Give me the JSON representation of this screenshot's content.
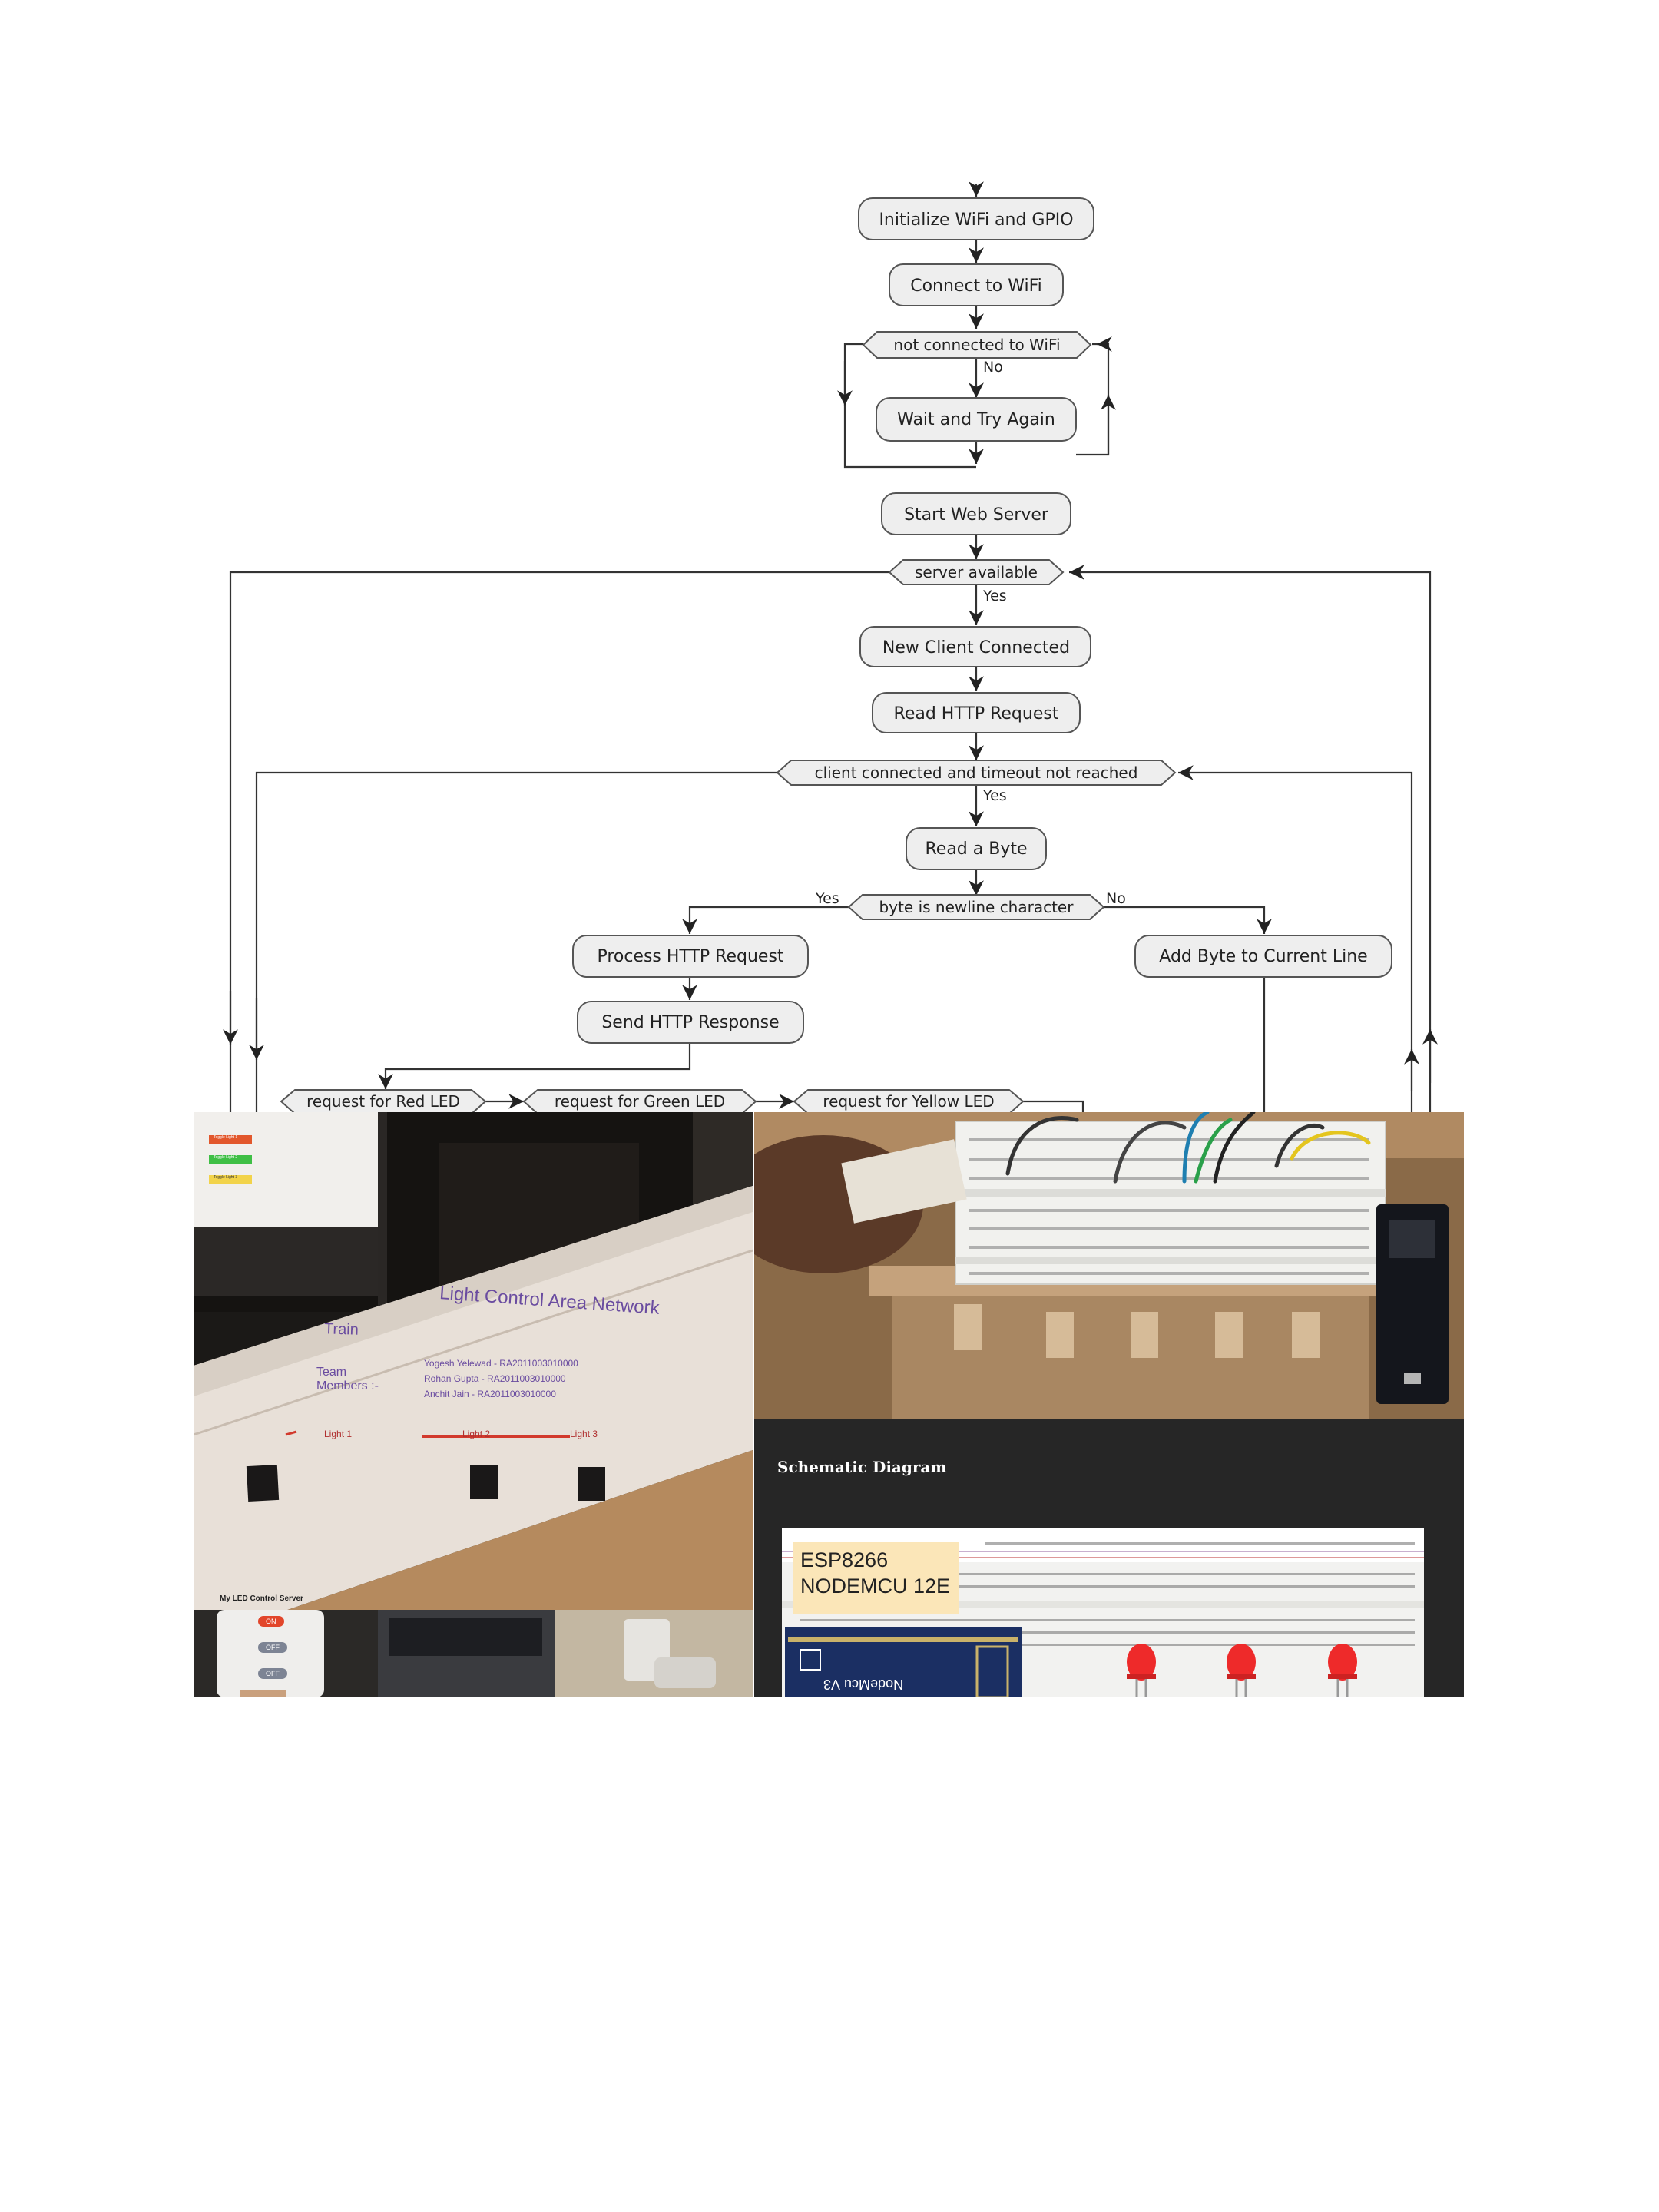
{
  "flowchart": {
    "nodes": {
      "init": "Initialize WiFi and GPIO",
      "connect": "Connect to WiFi",
      "wait": "Wait and Try Again",
      "start_server": "Start Web Server",
      "new_client": "New Client Connected",
      "read_request": "Read HTTP Request",
      "read_byte": "Read a Byte",
      "process": "Process HTTP Request",
      "send": "Send HTTP Response",
      "add_byte": "Add Byte to Current Line"
    },
    "decisions": {
      "not_connected": "not connected to WiFi",
      "server_available": "server available",
      "client_connected": "client connected and timeout not reached",
      "newline": "byte is newline character",
      "red": "request for Red LED",
      "green": "request for Green LED",
      "yellow": "request for Yellow LED"
    },
    "labels": {
      "no_1": "No",
      "yes_1": "Yes",
      "yes_2": "Yes",
      "yes_3": "Yes",
      "no_2": "No"
    }
  },
  "photos": {
    "left_buttons": [
      "Toggle Light 1",
      "Toggle Light 2",
      "Toggle Light 3"
    ],
    "poster": {
      "title": "Light Control Area Network",
      "train": "Train",
      "team_label": "Team Members :-",
      "members": [
        "Yogesh Yelewad - RA2011003010000",
        "Rohan Gupta - RA2011003010000",
        "Anchit Jain - RA2011003010000"
      ],
      "lights": [
        "Light 1",
        "Light 2",
        "Light 3"
      ]
    },
    "phone": {
      "app_title": "My LED Control Server",
      "buttons": [
        "ON",
        "OFF",
        "OFF"
      ]
    }
  },
  "schematic": {
    "title": "Schematic Diagram",
    "module_label_line1": "ESP8266",
    "module_label_line2": "NODEMCU 12E",
    "board_text": "NodeMcu V3"
  }
}
